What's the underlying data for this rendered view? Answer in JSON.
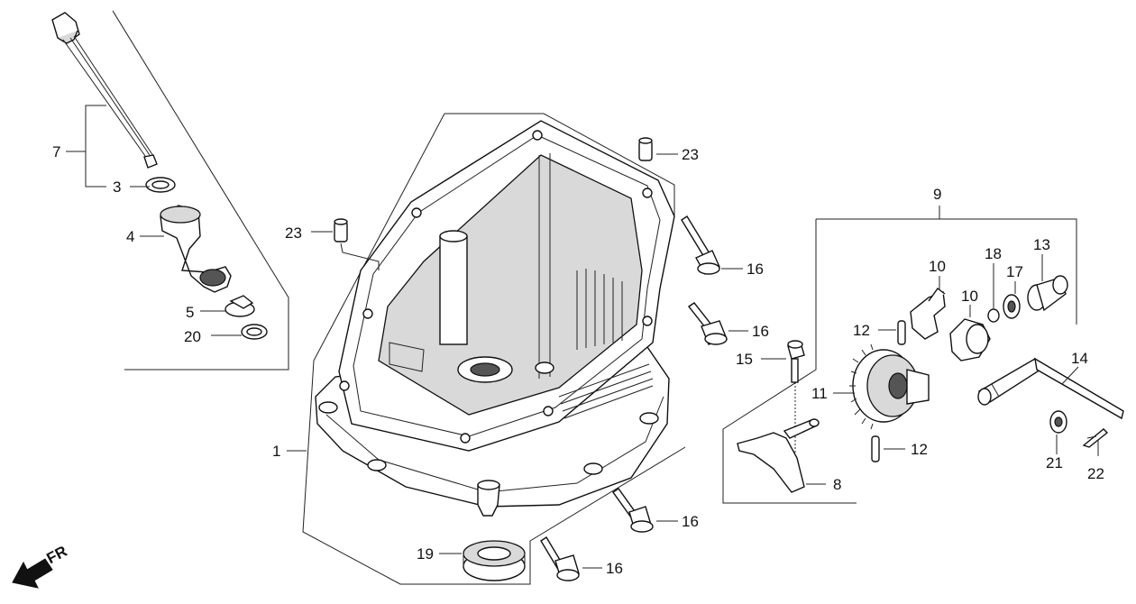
{
  "callouts": {
    "c7": "7",
    "c3": "3",
    "c4": "4",
    "c5": "5",
    "c20": "20",
    "c23a": "23",
    "c23b": "23",
    "c1": "1",
    "c19": "19",
    "c16a": "16",
    "c16b": "16",
    "c16c": "16",
    "c16d": "16",
    "c9": "9",
    "c13": "13",
    "c10a": "10",
    "c10b": "10",
    "c18": "18",
    "c17": "17",
    "c12a": "12",
    "c12b": "12",
    "c15": "15",
    "c11": "11",
    "c8": "8",
    "c14": "14",
    "c21": "21",
    "c22": "22"
  },
  "direction": {
    "label": "FR"
  }
}
